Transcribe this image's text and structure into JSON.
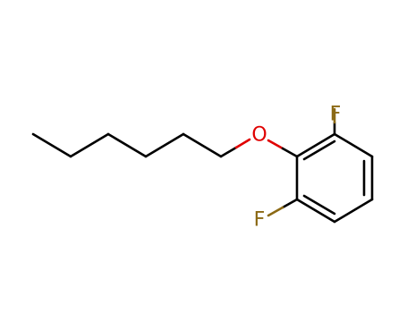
{
  "molecule": {
    "atoms": {
      "oxygen": {
        "symbol": "O",
        "color": "#e00000"
      },
      "fluorine_top": {
        "symbol": "F",
        "color": "#8b6914"
      },
      "fluorine_bottom": {
        "symbol": "F",
        "color": "#8b6914"
      }
    },
    "bond_color": "#000000"
  }
}
